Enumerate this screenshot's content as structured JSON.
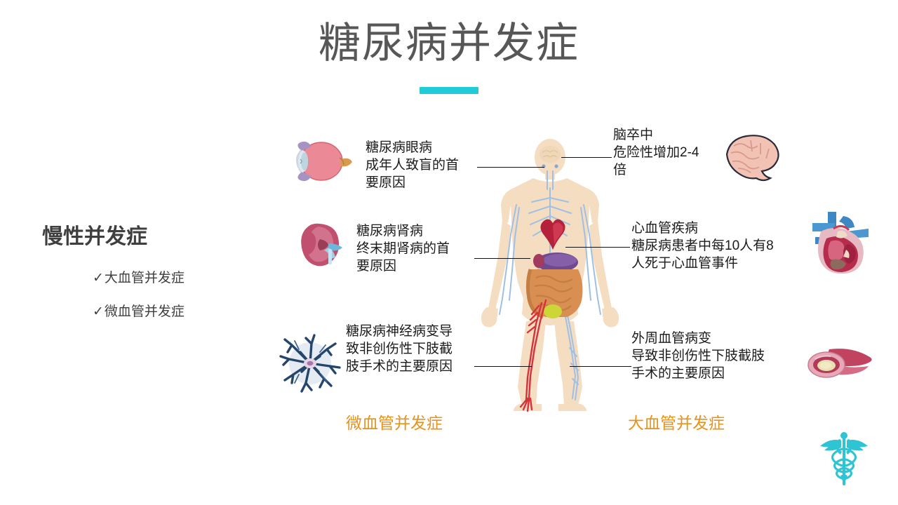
{
  "header": {
    "title": "糖尿病并发症",
    "rule_color": "#1ecbd6"
  },
  "sidebar": {
    "heading": "慢性并发症",
    "items": [
      {
        "tick": "✓",
        "label": "大血管并发症"
      },
      {
        "tick": "✓",
        "label": "微血管并发症"
      }
    ]
  },
  "callouts": {
    "eye": {
      "icon": "eye-icon",
      "lines": [
        "糖尿病眼病",
        "成年人致盲的首",
        "要原因"
      ]
    },
    "kidney": {
      "icon": "kidney-icon",
      "lines": [
        "糖尿病肾病",
        "终末期肾病的首",
        "要原因"
      ]
    },
    "neuropathy": {
      "icon": "neuron-icon",
      "lines": [
        "糖尿病神经病变导",
        "致非创伤性下肢截",
        "肢手术的主要原因"
      ]
    },
    "stroke": {
      "icon": "brain-icon",
      "lines": [
        "脑卒中",
        "危险性增加2-4",
        "倍"
      ]
    },
    "cardiovascular": {
      "icon": "heart-icon",
      "lines": [
        "心血管疾病",
        "糖尿病患者中每10人有8",
        "人死于心血管事件"
      ]
    },
    "peripheral_vascular": {
      "icon": "blood-vessel-icon",
      "lines": [
        "外周血管病变",
        "导致非创伤性下肢截肢",
        "手术的主要原因"
      ]
    }
  },
  "categories": {
    "micro": {
      "label": "微血管并发症",
      "color": "#e8921c"
    },
    "macro": {
      "label": "大血管并发症",
      "color": "#e8921c"
    }
  },
  "footer": {
    "logo": "caduceus-icon",
    "logo_color": "#2ec4d4"
  },
  "figure": {
    "name": "human-body-anatomy-diagram",
    "skin_color": "#f3ddc0",
    "vessel_blue": "#9fc0e4",
    "artery_red": "#d5333c",
    "heart_color": "#b5213a",
    "stomach_color": "#6f4a93",
    "intestine_color": "#d98f52",
    "bladder_color": "#cdd637"
  }
}
